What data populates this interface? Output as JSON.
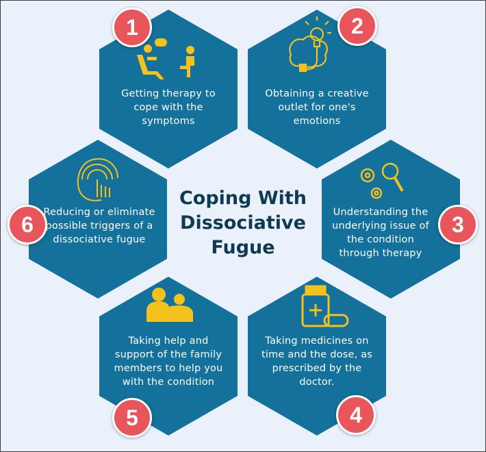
{
  "title": {
    "line1": "Coping With",
    "line2": "Dissociative",
    "line3": "Fugue"
  },
  "colors": {
    "background": "#eaf1fb",
    "hexagon": "#14719b",
    "icon": "#f5c21b",
    "badge": "#e8555b",
    "title": "#0e3a52"
  },
  "steps": [
    {
      "number": "1",
      "text": "Getting therapy to cope with the symptoms",
      "icon": "therapy-session-icon"
    },
    {
      "number": "2",
      "text": "Obtaining a creative outlet for one's emotions",
      "icon": "idea-brain-icon"
    },
    {
      "number": "3",
      "text": "Understanding the underlying issue of the condition through therapy",
      "icon": "gears-magnifier-icon"
    },
    {
      "number": "4",
      "text": "Taking medicines on time and the dose, as prescribed by the doctor.",
      "icon": "medicine-bottle-icon"
    },
    {
      "number": "5",
      "text": "Taking help and support of the family members to help you with the condition",
      "icon": "family-support-icon"
    },
    {
      "number": "6",
      "text": "Reducing or eliminate possible triggers of a dissociative fugue",
      "icon": "head-fingerprint-icon"
    }
  ]
}
